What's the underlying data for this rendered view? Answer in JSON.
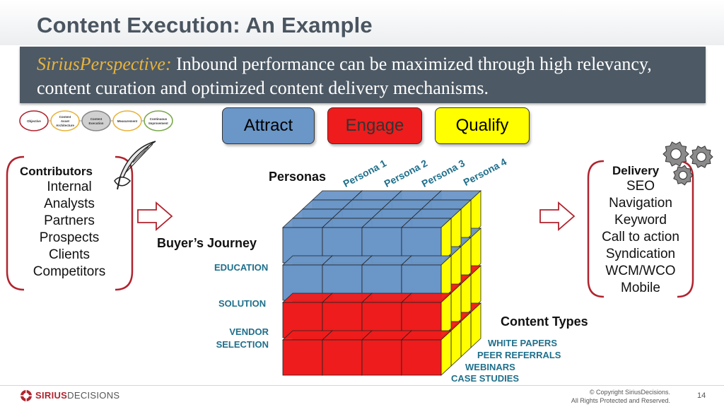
{
  "header": {
    "title": "Content Execution: An Example",
    "perspective_label": "SiriusPerspective:",
    "perspective_text": " Inbound performance can be maximized through high relevancy, content curation and optimized content delivery mechanisms."
  },
  "process_steps": [
    "Objective",
    "Content Asset Architecture",
    "Content Execution",
    "Measurement",
    "Continuous Improvement"
  ],
  "phases": [
    {
      "label": "Attract",
      "color": "#6a96c8"
    },
    {
      "label": "Engage",
      "color": "#ee1c1c"
    },
    {
      "label": "Qualify",
      "color": "#ffff00"
    }
  ],
  "contributors": {
    "heading": "Contributors",
    "items": [
      "Internal",
      "Analysts",
      "Partners",
      "Prospects",
      "Clients",
      "Competitors"
    ]
  },
  "delivery": {
    "heading": "Delivery",
    "items": [
      "SEO",
      "Navigation",
      "Keyword",
      "Call to action",
      "Syndication",
      "WCM/WCO",
      "Mobile"
    ]
  },
  "cube": {
    "personas_label": "Personas",
    "personas": [
      "Persona 1",
      "Persona 2",
      "Persona 3",
      "Persona 4"
    ],
    "journey_label": "Buyer’s Journey",
    "journey_stages": [
      "EDUCATION",
      "SOLUTION",
      "VENDOR SELECTION"
    ],
    "content_types_label": "Content Types",
    "content_types": [
      "WHITE PAPERS",
      "PEER REFERRALS",
      "WEBINARS",
      "CASE STUDIES"
    ],
    "colors": {
      "blue": "#6a96c8",
      "red": "#ee1c1c",
      "yellow": "#ffff00"
    }
  },
  "footer": {
    "logo_strong": "SIRIUS",
    "logo_light": "DECISIONS",
    "copyright_line1": "© Copyright SiriusDecisions.",
    "copyright_line2": "All Rights Protected and Reserved.",
    "page_number": "14"
  },
  "colors": {
    "banner": "#4d5964",
    "accent_gold": "#e8b33c",
    "bracket_red": "#b0232e",
    "title_gray": "#4a5560"
  }
}
